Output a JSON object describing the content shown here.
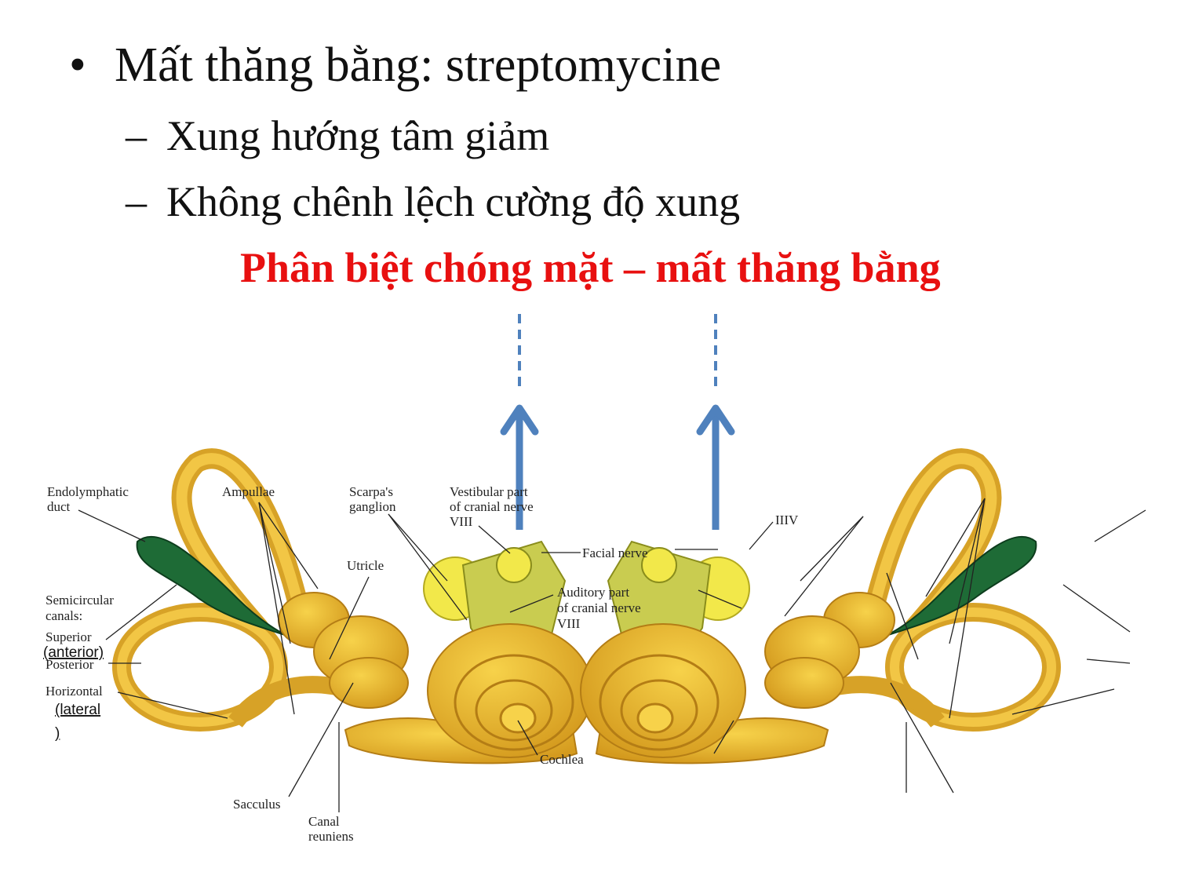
{
  "bullets": {
    "main": "Mất thăng bằng: streptomycine",
    "main_marker": "•",
    "sub_marker": "–",
    "sub": [
      "Xung hướng tâm giảm",
      "Không chênh lệch cường độ xung"
    ]
  },
  "highlight": "Phân biệt chóng mặt – mất thăng bằng",
  "colors": {
    "highlight": "#e81010",
    "arrow": "#4f81bd",
    "bone": "#e3b032",
    "duct": "#1e6b36",
    "nerve": "#c9cc50"
  },
  "labels": {
    "endolymphatic": [
      "Endolymphatic",
      "duct"
    ],
    "ampullae": "Ampullae",
    "scarpa": [
      "Scarpa's",
      "ganglion"
    ],
    "vestibular": [
      "Vestibular part",
      "of cranial nerve",
      "VIII"
    ],
    "utricle": "Utricle",
    "facial": "Facial nerve",
    "auditory": [
      "Auditory part",
      "of cranial nerve",
      "VIII"
    ],
    "semicircular": [
      "Semicircular",
      "canals:"
    ],
    "superior": "Superior",
    "anterior": "(anterior)",
    "posterior": "Posterior",
    "horizontal": "Horizontal",
    "lateral": [
      "(lateral",
      ")"
    ],
    "sacculus": "Sacculus",
    "canal": [
      "Canal",
      "reuniens"
    ],
    "cochlea": "Cochlea",
    "mirror_viii": "IIIV"
  }
}
